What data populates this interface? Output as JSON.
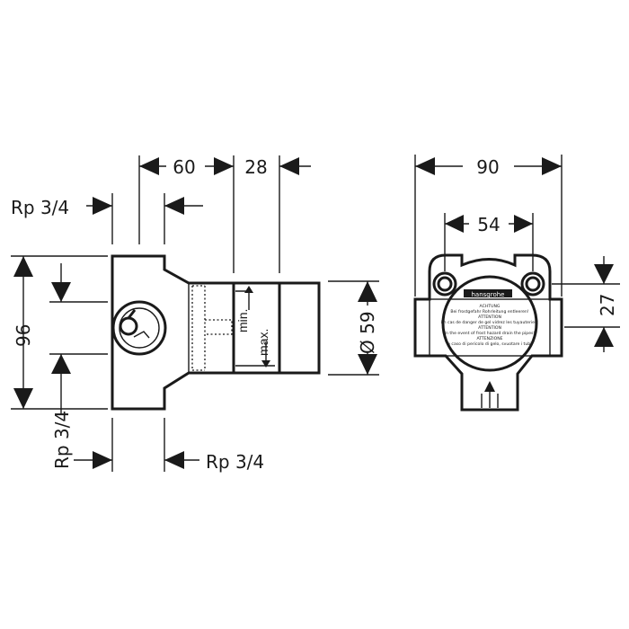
{
  "front_view": {
    "dim_top_left": "60",
    "dim_top_right": "28",
    "dim_height": "96",
    "dim_diameter": "Ø 59",
    "port_top_left": "Rp 3/4",
    "port_bottom_left": "Rp 3/4",
    "port_bottom_right": "Rp 3/4",
    "label_min": "min.",
    "label_max": "max."
  },
  "side_view": {
    "dim_width": "90",
    "dim_holes": "54",
    "dim_right": "27",
    "label": {
      "brand": "hansgrohe",
      "lines": [
        "ACHTUNG",
        "Bei frostgefahr Rohrleitung entleeren!",
        "ATTENTION",
        "En cas de danger de gel vidrez les tuyauteries!",
        "ATTENTION",
        "In the event of frost hazard drain the pipes!",
        "ATTENZIONE",
        "In caso di pericolo di gelo, svuotare i tubi!"
      ]
    }
  }
}
